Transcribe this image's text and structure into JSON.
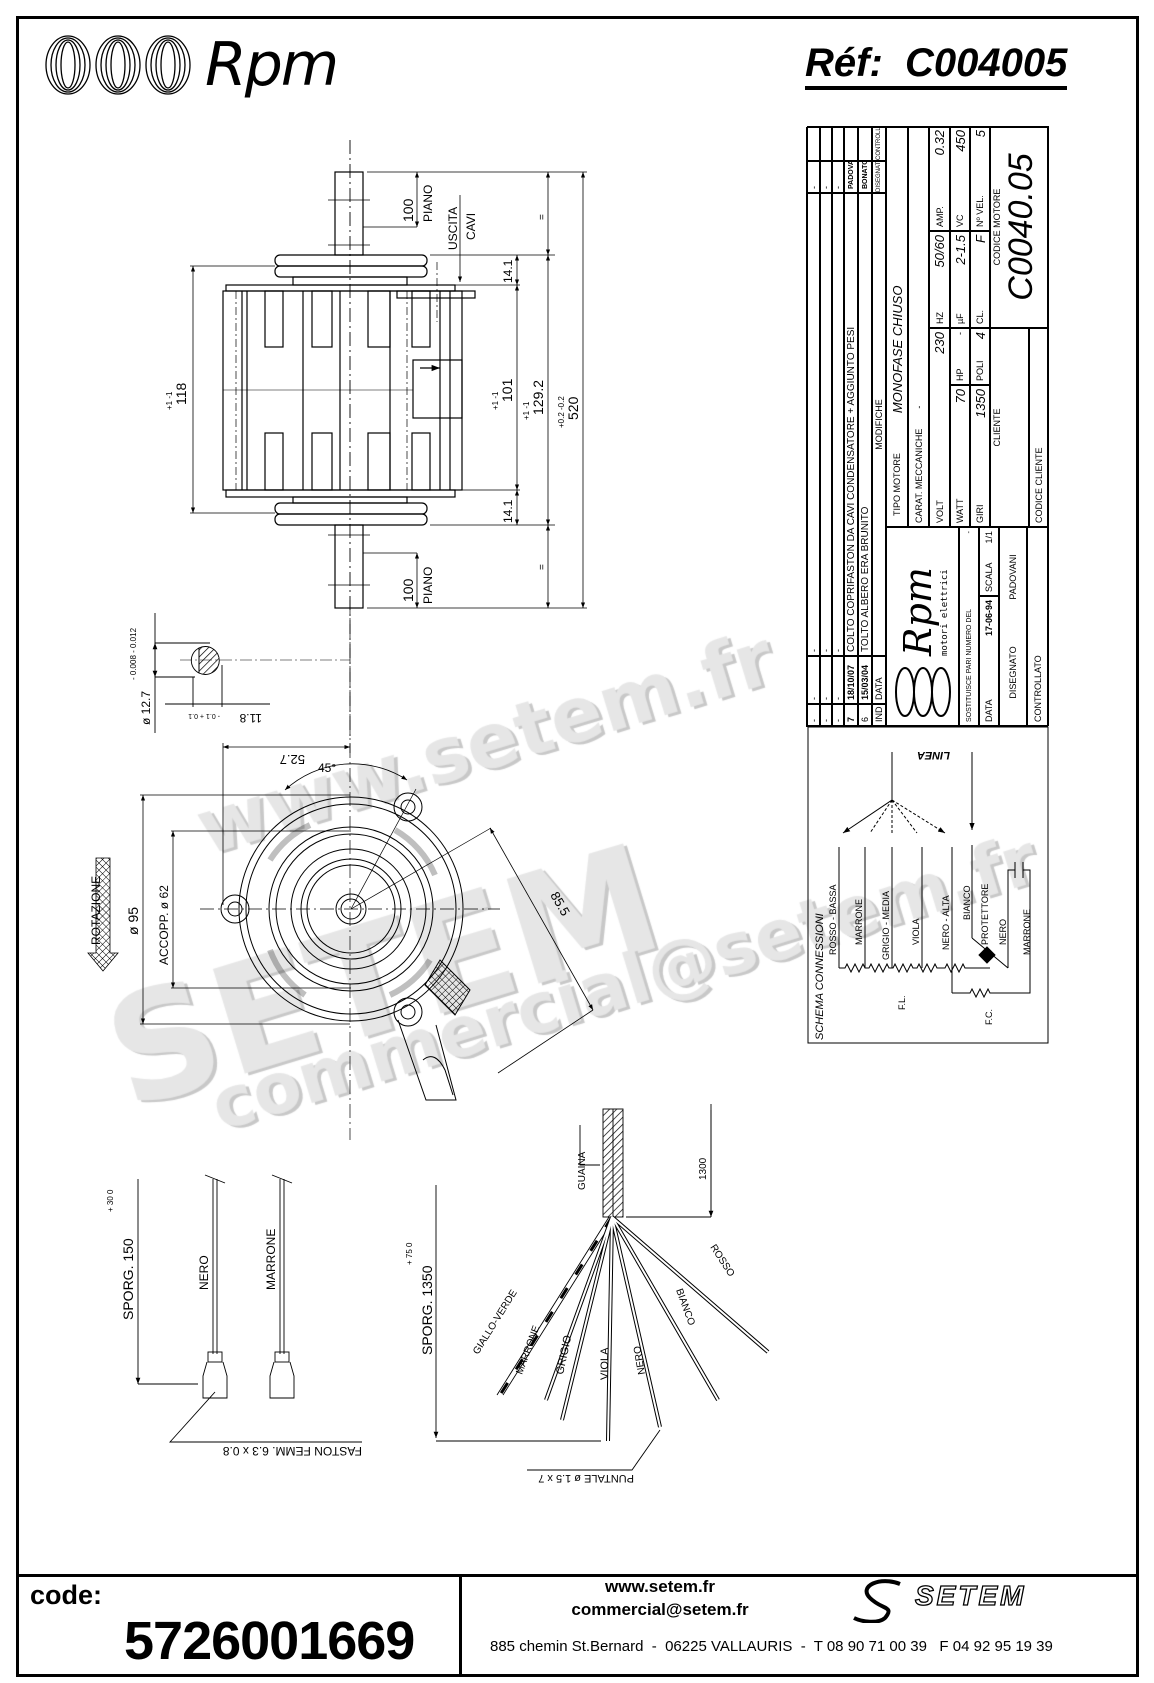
{
  "header": {
    "logo_text": "Rpm",
    "ref_label": "Réf:",
    "ref_value": "C004005"
  },
  "side_view": {
    "dim_118": "118",
    "tol_118": "+1 -1",
    "dim_14_1_top": "14.1",
    "dim_14_1_bottom": "14.1",
    "dim_101": "101",
    "tol_101": "+1 -1",
    "dim_129_2": "129.2",
    "tol_129_2": "+1 -1",
    "dim_520": "520",
    "tol_520": "+0.2 -0.2",
    "equal_top": "=",
    "equal_bottom": "=",
    "shaft_top_len": "100",
    "shaft_top_label": "PIANO",
    "shaft_bottom_len": "100",
    "shaft_bottom_label": "PIANO",
    "cable_exit_1": "USCITA",
    "cable_exit_2": "CAVI"
  },
  "shaft_section": {
    "diameter": "ø 12.7",
    "tol_diameter": "- 0.008  - 0.012",
    "flat": "11.8",
    "tol_flat": "- 0.1  + 0.1"
  },
  "end_view": {
    "dim_52_7": "52.7",
    "angle": "45°",
    "dim_95": "ø 95",
    "dim_62": "ACCOPP.  ø 62",
    "dim_85_5": "85.5",
    "rotation_label": "ROTAZIONE"
  },
  "title_block": {
    "revisions": [
      {
        "ind": "-",
        "date": "-",
        "text": "-",
        "by": "-",
        "check": ""
      },
      {
        "ind": "-",
        "date": "-",
        "text": "-",
        "by": "-",
        "check": ""
      },
      {
        "ind": "-",
        "date": "-",
        "text": "-",
        "by": "-",
        "check": ""
      },
      {
        "ind": "7",
        "date": "18/10/07",
        "text": "COLTO COPRIFASTON DA CAVI CONDENSATORE + AGGIUNTO PESI",
        "by": "PADOVANI",
        "check": ""
      },
      {
        "ind": "6",
        "date": "15/03/04",
        "text": "TOLTO ALBERO ERA BRUNITO",
        "by": "BONATO",
        "check": ""
      }
    ],
    "hdr_ind": "IND",
    "hdr_date": "DATA",
    "hdr_mod": "MODIFICHE",
    "hdr_drawn": "DISEGNATO",
    "hdr_checked": "CONTROLLATO",
    "logo_text": "Rpm",
    "logo_sub": "motori elettrici",
    "replaces_label": "SOSTITUISCE PARI NUMERO DEL",
    "replaces_value": "-",
    "date_label": "DATA",
    "date_value": "17-06-94",
    "scale_label": "SCALA",
    "scale_value": "1/1",
    "drawn_label": "DISEGNATO",
    "drawn_value": "PADOVANI",
    "checked_label": "CONTROLLATO",
    "motor_type_label": "TIPO MOTORE",
    "motor_type_value": "MONOFASE CHIUSO",
    "mech_label": "CARAT. MECCANICHE",
    "mech_value": "-",
    "volt_label": "VOLT",
    "volt": "230",
    "hz_label": "HZ",
    "hz": "50/60",
    "amp_label": "AMP.",
    "amp": "0.32",
    "watt_label": "WATT",
    "watt": "70",
    "hp_label": "HP",
    "hp": "-",
    "uf_label": "µF",
    "uf": "2-1.5",
    "vc_label": "VC",
    "vc": "450",
    "giri_label": "GIRI",
    "giri": "1350",
    "poli_label": "POLI",
    "poli": "4",
    "cl_label": "CL.",
    "cl": "F",
    "vel_label": "Nº VEL.",
    "vel": "5",
    "client_label": "CLIENTE",
    "client_code_label": "CODICE CLIENTE",
    "motor_code_label": "CODICE MOTORE",
    "motor_code": "C0040.05"
  },
  "schema": {
    "title": "SCHEMA CONNESSIONI",
    "line": "LINEA",
    "wires": [
      "ROSSO - BASSA",
      "MARRONE",
      "GRIGIO - MEDIA",
      "VIOLA",
      "NERO - ALTA",
      "BIANCO",
      "PROTETTORE",
      "NERO",
      "MARRONE"
    ],
    "fl": "F.L.",
    "fc": "F.C."
  },
  "faston": {
    "sporg": "SPORG. 150",
    "tol": "+ 30  0",
    "wires": [
      "NERO",
      "MARRONE"
    ],
    "spec": "FASTON FEMM. 6.3 x 0.8"
  },
  "cable": {
    "sheath": "GUAINA",
    "sheath_len": "1300",
    "sporg": "SPORG. 1350",
    "tol": "+ 75  0",
    "wires": [
      "GIALLO-VERDE",
      "MARRONE",
      "GRIGIO",
      "VIOLA",
      "NERO",
      "BIANCO",
      "ROSSO"
    ],
    "tip": "PUNTALE ø 1.5 x 7"
  },
  "watermark": {
    "site": "www.setem.fr",
    "brand": "SETEM",
    "email": "commercial@setem.fr"
  },
  "footer": {
    "code_label": "code:",
    "code_value": "5726001669",
    "site": "www.setem.fr",
    "email": "commercial@setem.fr",
    "address": "885 chemin St.Bernard  -  06225 VALLAURIS  -  T 08 90 71 00 39   F 04 92 95 19 39",
    "brand": "SETEM"
  }
}
